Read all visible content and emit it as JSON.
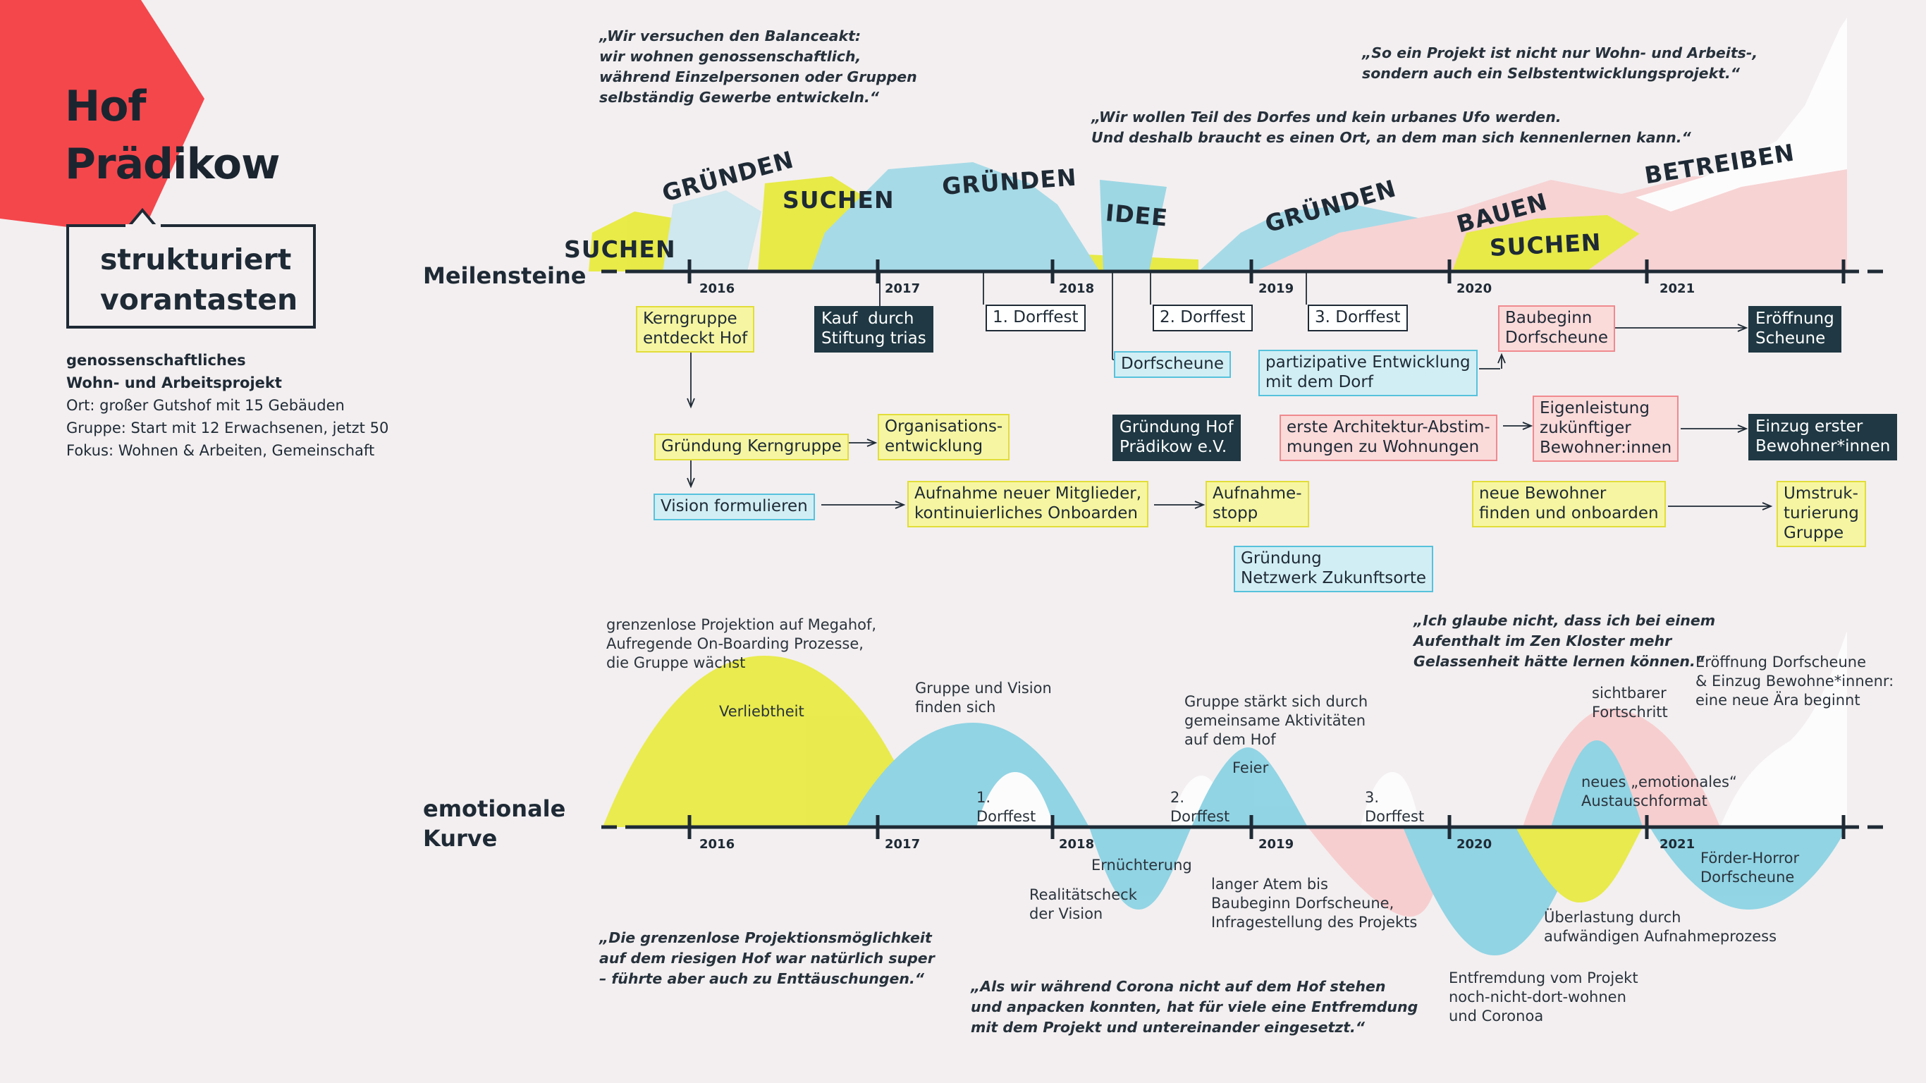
{
  "title_line1": "Hof",
  "title_line2": "Prädikow",
  "subtitle_line1": "strukturiert",
  "subtitle_line2": "vorantasten",
  "info": {
    "heading1": "genossenschaftliches",
    "heading2": "Wohn- und Arbeitsprojekt",
    "line1": "Ort: großer Gutshof mit 15 Gebäuden",
    "line2": "Gruppe: Start mit 12 Erwachsenen, jetzt 50",
    "line3": "Fokus: Wohnen & Arbeiten, Gemeinschaft"
  },
  "row_labels": {
    "milestones": "Meilensteine",
    "emotional_1": "emotionale",
    "emotional_2": "Kurve"
  },
  "years": [
    "2016",
    "2017",
    "2018",
    "2019",
    "2020",
    "2021"
  ],
  "phases": {
    "p1": "SUCHEN",
    "p2": "GRÜNDEN",
    "p3": "SUCHEN",
    "p4": "GRÜNDEN",
    "p5": "IDEE",
    "p6": "GRÜNDEN",
    "p7": "BAUEN",
    "p8": "SUCHEN",
    "p9": "BETREIBEN"
  },
  "quotes": {
    "q1": "„Wir versuchen den Balanceakt:\nwir wohnen genossenschaftlich,\nwährend Einzelpersonen oder Gruppen\nselbständig Gewerbe entwickeln.“",
    "q2": "„Wir wollen Teil des Dorfes und kein urbanes Ufo werden.\nUnd deshalb braucht es einen Ort, an dem man sich kennenlernen kann.“",
    "q3": "„So ein Projekt ist nicht nur Wohn- und Arbeits-,\nsondern auch ein Selbstentwicklungsprojekt.“",
    "q4": "„Ich glaube nicht, dass ich bei einem\nAufenthalt im Zen Kloster mehr\nGelassenheit hätte lernen können.“",
    "q5": "„Die grenzenlose Projektionsmöglichkeit\nauf dem riesigen Hof war natürlich super\n– führte aber auch zu Enttäuschungen.“",
    "q6": "„Als wir während Corona nicht auf dem Hof stehen\nund anpacken konnten, hat für viele eine Entfremdung\nmit dem Projekt und untereinander eingesetzt.“"
  },
  "milestones": {
    "m1": "Kerngruppe\nentdeckt Hof",
    "m2": "Kauf  durch\nStiftung trias",
    "m3": "1. Dorffest",
    "m4": "2. Dorffest",
    "m5": "3. Dorffest",
    "m6": "Baubeginn\nDorfscheune",
    "m7": "Eröffnung\nScheune",
    "m8": "Dorfscheune",
    "m9": "partizipative Entwicklung\nmit dem Dorf",
    "m10": "Gründung Kerngruppe",
    "m11": "Organisations-\nentwicklung",
    "m12": "Gründung Hof\nPrädikow e.V.",
    "m13": "erste Architektur-Abstim-\nmungen zu Wohnungen",
    "m14": "Eigenleistung\nzukünftiger\nBewohner:innen",
    "m15": "Einzug erster\nBewohner*innen",
    "m16": "Vision formulieren",
    "m17": "Aufnahme neuer Mitglieder,\nkontinuierliches Onboarden",
    "m18": "Aufnahme-\nstopp",
    "m19": "neue Bewohner\nfinden und onboarden",
    "m20": "Umstruk-\nturierung\nGruppe",
    "m21": "Gründung\nNetzwerk Zukunftsorte"
  },
  "emotion_notes": {
    "n1": "grenzenlose Projektion auf Megahof,\nAufregende On-Boarding Prozesse,\ndie Gruppe wächst",
    "n2": "Verliebtheit",
    "n3": "Gruppe und Vision\nfinden sich",
    "n4": "1.\nDorffest",
    "n5": "Realitätscheck\nder Vision",
    "n6": "Ernüchterung",
    "n7": "2.\nDorffest",
    "n8": "Gruppe stärkt sich durch\ngemeinsame Aktivitäten\nauf dem Hof",
    "n9": "Feier",
    "n10": "langer Atem bis\nBaubeginn Dorfscheune,\nInfragestellung des Projekts",
    "n11": "3.\nDorffest",
    "n12": "Entfremdung vom Projekt\nnoch-nicht-dort-wohnen\nund Coronoa",
    "n13": "sichtbarer\nFortschritt",
    "n14": "neues „emotionales“\nAustauschformat",
    "n15": "Überlastung durch\naufwändigen Aufnahmeprozess",
    "n16": "Eröffnung Dorfscheune\n& Einzug Bewohne*innenr:\neine neue Ära beginnt",
    "n17": "Förder-Horror\nDorfscheune"
  },
  "colors": {
    "red": "#f4474c",
    "yellow": "#e6ea2a",
    "cyan": "#7ccfe2",
    "pink": "#f8c7c8",
    "navy": "#1f3843",
    "ink": "#1e2a35"
  }
}
